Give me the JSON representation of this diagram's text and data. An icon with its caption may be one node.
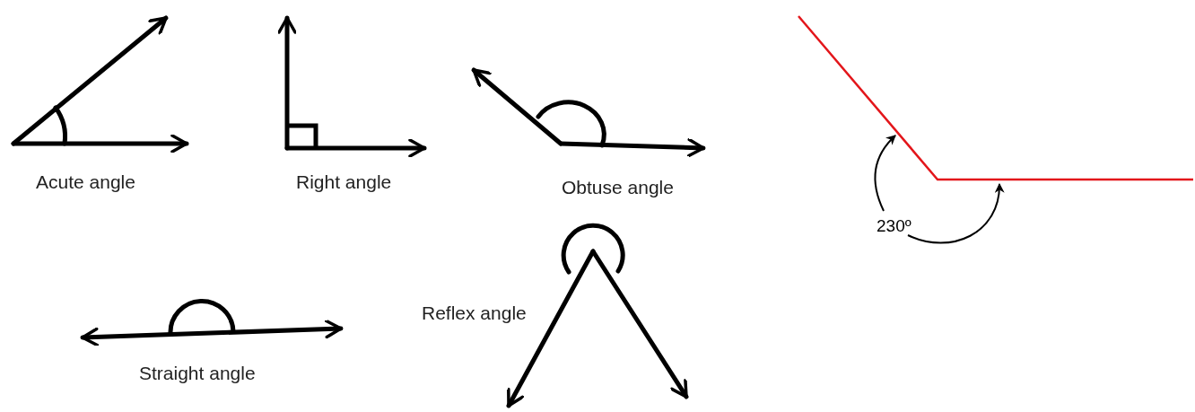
{
  "diagram": {
    "labels": [
      "Acute angle",
      "Right angle",
      "Obtuse angle",
      "Straight angle",
      "Reflex angle",
      "230º"
    ]
  }
}
